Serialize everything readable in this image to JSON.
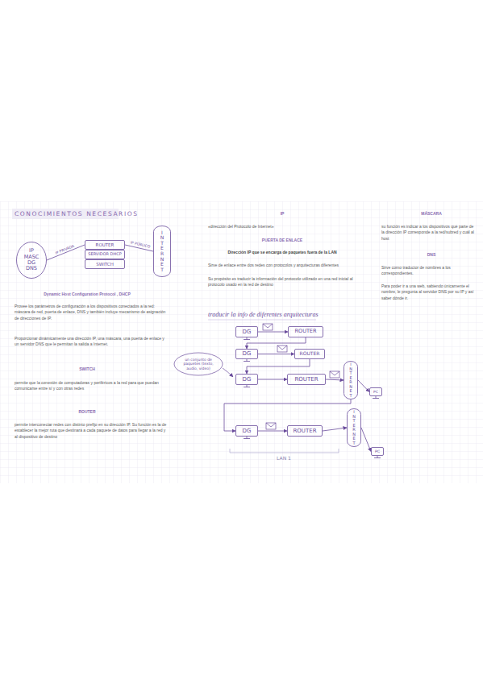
{
  "diagram": {
    "title": "CONOCIMIENTOS NECESARIOS",
    "nodes": [
      {
        "text": [
          "IP MASC DG DNS"
        ]
      },
      {
        "text": [
          "ROUTER"
        ]
      },
      {
        "text": [
          "SERVIDOR DHCP"
        ]
      },
      {
        "text": [
          "SWITCH"
        ]
      },
      {
        "text": [
          "INTERNET"
        ]
      },
      {
        "text": [
          "DG"
        ]
      },
      {
        "text": [
          "ROUTER"
        ]
      },
      {
        "text": [
          "DG"
        ]
      },
      {
        "text": [
          "ROUTER"
        ]
      },
      {
        "text": [
          "DG"
        ]
      },
      {
        "text": [
          "ROUTER"
        ]
      },
      {
        "text": [
          "INTERNET"
        ]
      },
      {
        "text": [
          "PC"
        ]
      },
      {
        "text": [
          "DG"
        ]
      },
      {
        "text": [
          "ROUTER"
        ]
      },
      {
        "text": [
          "INTERNET"
        ]
      },
      {
        "text": [
          "PC"
        ]
      }
    ],
    "edges": [
      {
        "from": 0,
        "to": 1,
        "arrow": "none",
        "label": "IP PRIVADA"
      },
      {
        "from": 1,
        "to": 4,
        "arrow": "none",
        "label": "IP PÚBLICO"
      },
      {
        "from": 5,
        "to": 6,
        "arrow": "to"
      },
      {
        "from": 6,
        "to": 7,
        "arrow": "to"
      },
      {
        "from": 7,
        "to": 8,
        "arrow": "to"
      },
      {
        "from": 8,
        "to": 9,
        "arrow": "to"
      },
      {
        "from": 9,
        "to": 10,
        "arrow": "to"
      },
      {
        "from": 10,
        "to": 11,
        "arrow": "to"
      },
      {
        "from": 11,
        "to": 12,
        "arrow": "to"
      },
      {
        "from": 11,
        "to": 13,
        "arrow": "to"
      },
      {
        "from": 13,
        "to": 14,
        "arrow": "to"
      },
      {
        "from": 14,
        "to": 15,
        "arrow": "to"
      },
      {
        "from": 15,
        "to": 16,
        "arrow": "to"
      }
    ],
    "labels": [
      "Dynamic Host Configuration Protocol , DHCP",
      "Provee los parámetros de configuración a los dispositivos conectados a la red: máscara de red, puerta de enlace, DNS y también incluye mecanismo de asignación de direcciones de IP.",
      "Proporcionar dinámicamente una dirección IP, una máscara, una puerta de enlace y un servidor DNS que le permitan la salida a Internet.",
      "SWITCH",
      "permite que la conexión de computadoras y periféricos a la red para que puedan comunicarse entre sí y con otras redes",
      "ROUTER",
      "permite interconectar redes con distinto prefijo en su dirección IP. Su función es la de establecer la mejor ruta que destinará a cada paquete de datos para llegar a la red y al dispositivo de destino",
      "IP",
      "«dirección del Protocolo de Internet»",
      "PUERTA DE ENLACE",
      "Dirección IP que se encarga de paquetes fuera de la LAN",
      "Sirve de enlace entre dos redes con protocolos y arquitecturas diferentes",
      "Su propósito es traducir la información del protocolo utilizado en una red inicial al protocolo usado en la red de destino",
      "traducir la info de diferentes arquitecturas",
      "un conjunto de paquetes (texto, audio, video)",
      "LAN 1",
      "MÁSCARA",
      "su función es indicar a los dispositivos qué parte de la dirección IP corresponde a la red/subred y cuál al host",
      "DNS",
      "Sirve como traductor de nombres a los correspondientes.",
      "Para poder ir a una web, sabiendo únicamente el nombre, le pregunta al servidor DNS por su IP y así saber dónde ir."
    ]
  }
}
